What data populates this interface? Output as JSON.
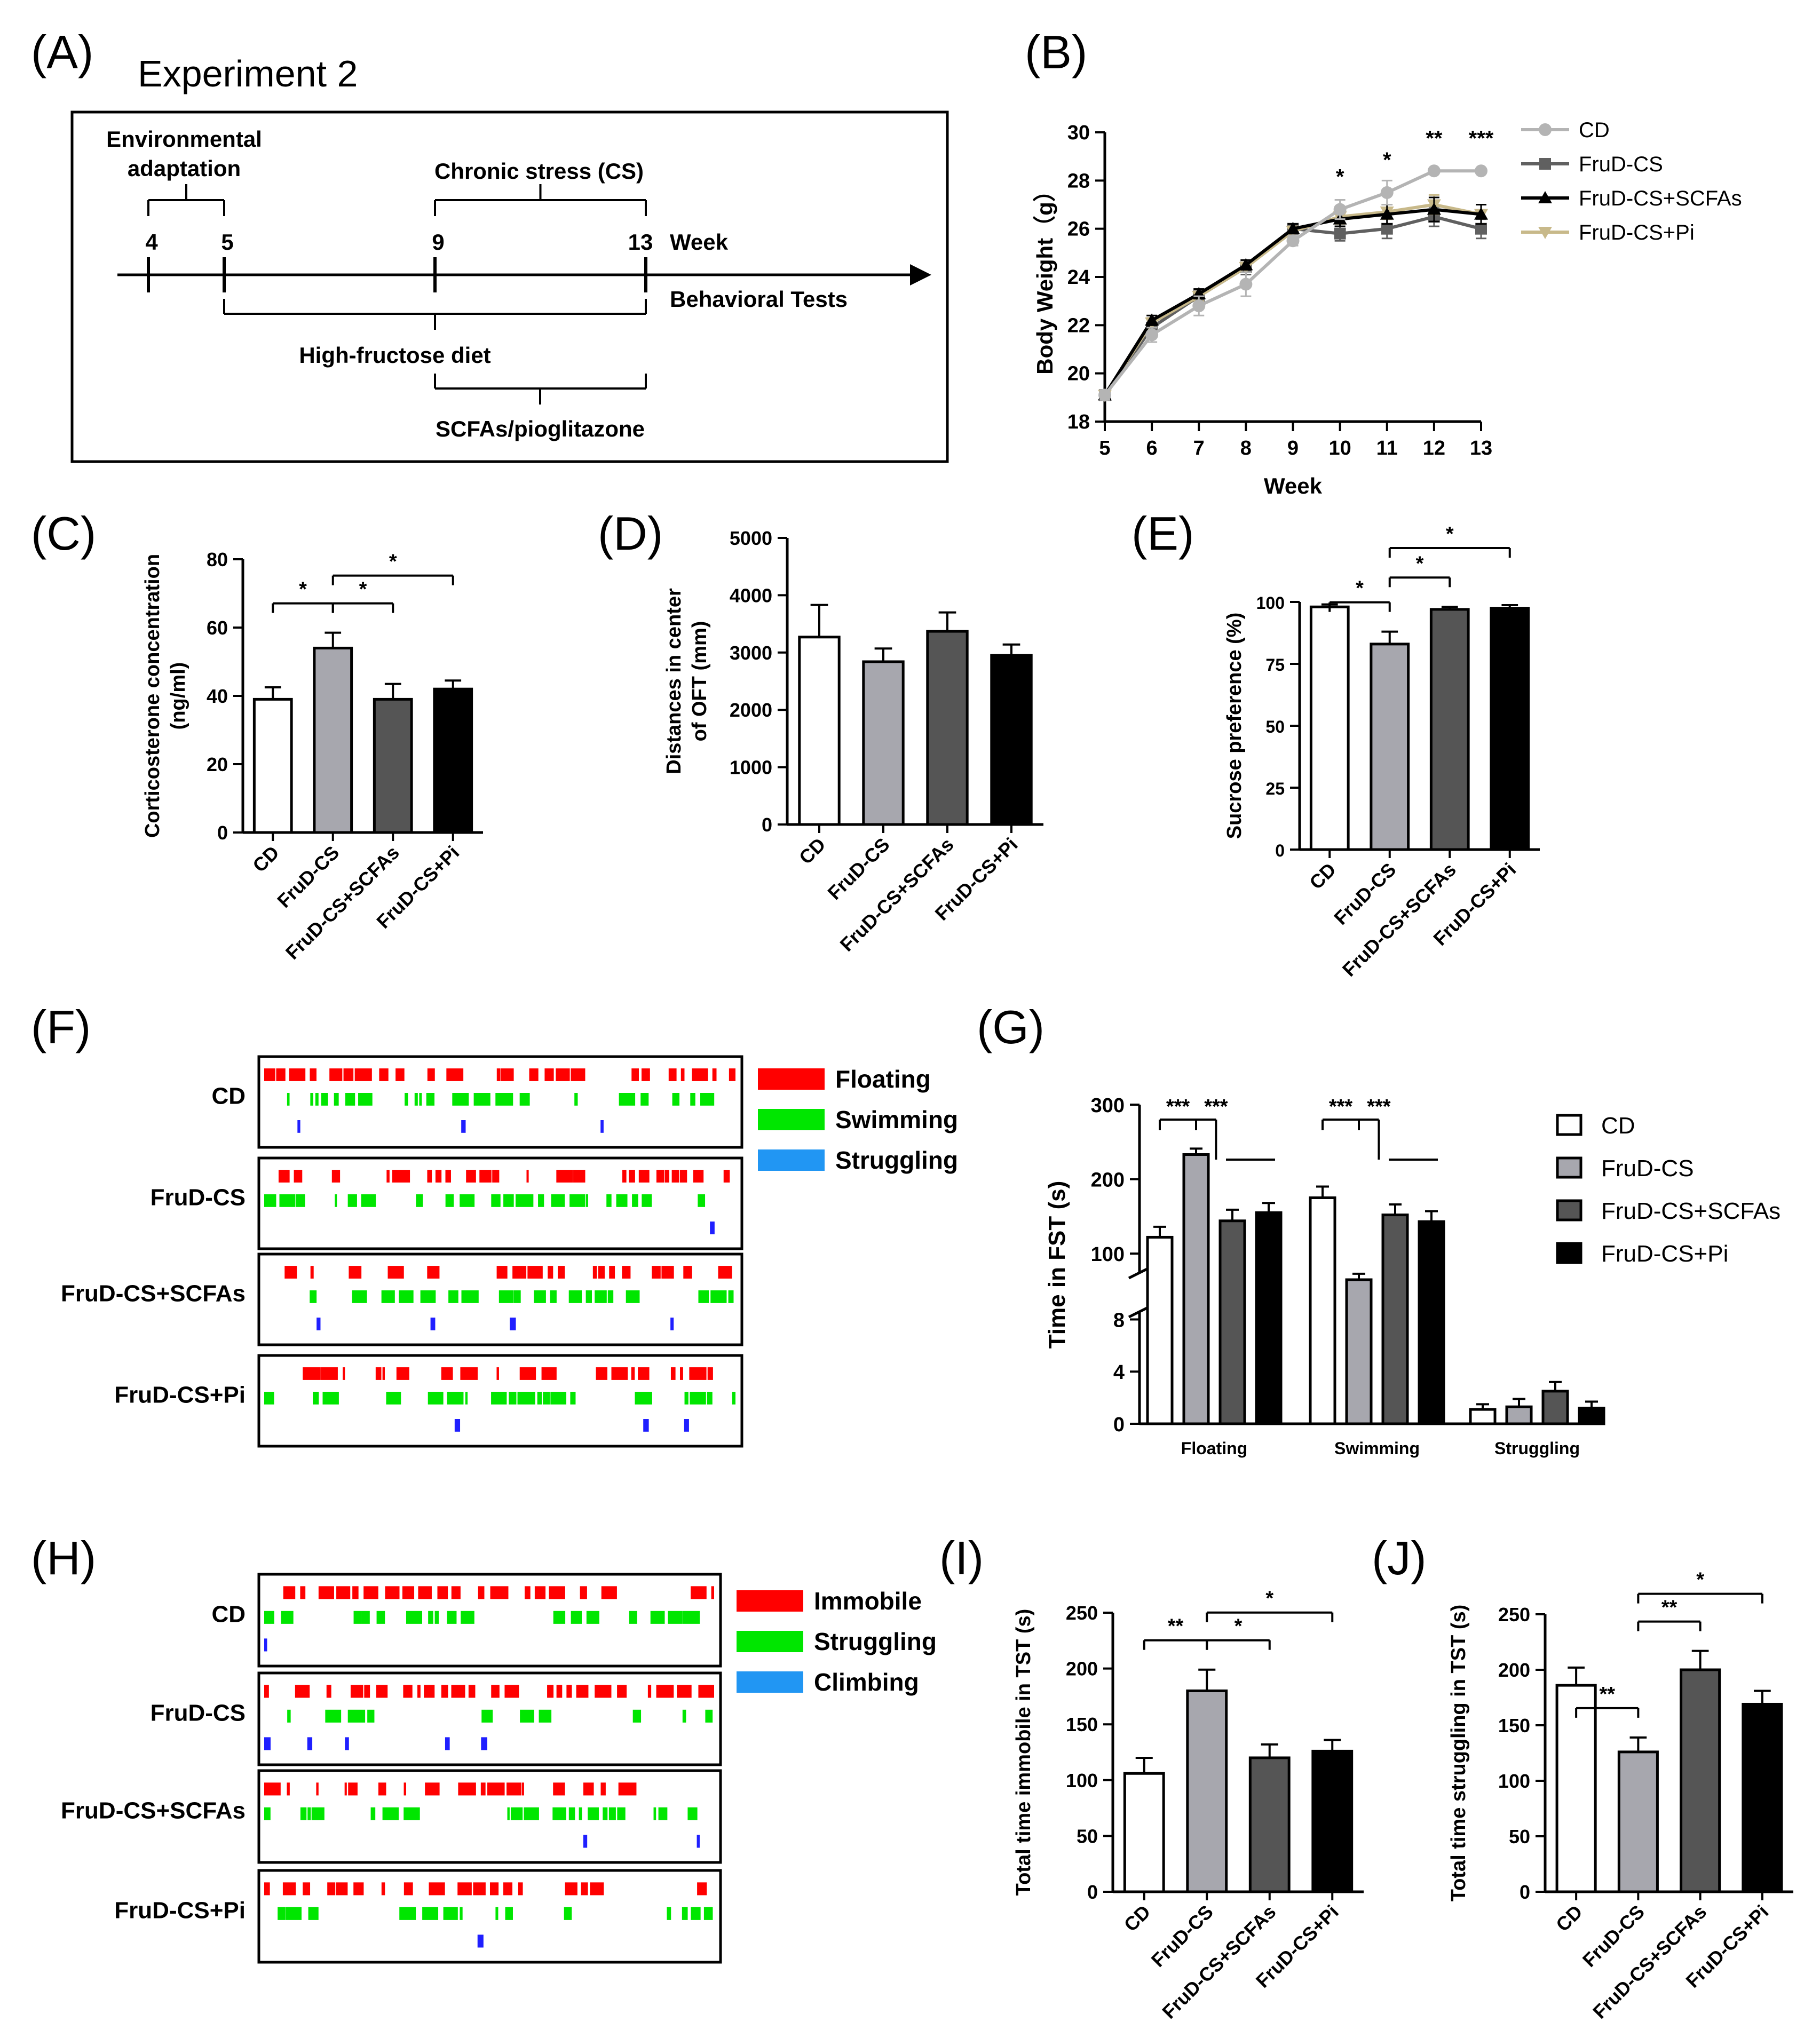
{
  "colors": {
    "CD": "#ffffff",
    "FruD-CS": "#a7a7ae",
    "FruD-CS+SCFAs": "#555555",
    "FruD-CS+Pi": "#000000",
    "float": "#ff0000",
    "swim": "#00e600",
    "struggle": "#2196f3",
    "bluebar": "#1f1fff",
    "pi_line": "#c8b98a"
  },
  "groups": [
    "CD",
    "FruD-CS",
    "FruD-CS+SCFAs",
    "FruD-CS+Pi"
  ],
  "panel_labels": {
    "A": "(A)",
    "B": "(B)",
    "C": "(C)",
    "D": "(D)",
    "E": "(E)",
    "F": "(F)",
    "G": "(G)",
    "H": "(H)",
    "I": "(I)",
    "J": "(J)"
  },
  "timeline": {
    "title": "Experiment 2",
    "env": [
      "Environmental",
      "adaptation"
    ],
    "cs": "Chronic stress (CS)",
    "weeks": [
      "4",
      "5",
      "9",
      "13"
    ],
    "week_label": "Week",
    "behavioral": "Behavioral Tests",
    "hfd": "High-fructose diet",
    "scfa": "SCFAs/pioglitazone"
  },
  "chart_data": [
    {
      "id": "B",
      "type": "line",
      "x": [
        5,
        6,
        7,
        8,
        9,
        10,
        11,
        12,
        13
      ],
      "xlabel": "Week",
      "ylabel": "Body Weight（g）",
      "ylim": [
        18,
        30
      ],
      "yticks": [
        18,
        20,
        22,
        24,
        26,
        28,
        30
      ],
      "series": [
        {
          "name": "CD",
          "values": [
            19.1,
            21.6,
            22.8,
            23.7,
            25.5,
            26.8,
            27.5,
            28.4,
            28.4
          ],
          "err": [
            0.2,
            0.3,
            0.4,
            0.5,
            0.2,
            0.4,
            0.5,
            0.1,
            0.1
          ]
        },
        {
          "name": "FruD-CS",
          "values": [
            19.1,
            21.9,
            23.2,
            24.4,
            26.0,
            25.8,
            26.0,
            26.5,
            26.0
          ],
          "err": [
            0.2,
            0.2,
            0.3,
            0.3,
            0.2,
            0.3,
            0.4,
            0.4,
            0.4
          ]
        },
        {
          "name": "FruD-CS+SCFAs",
          "values": [
            19.1,
            22.2,
            23.3,
            24.5,
            26.0,
            26.4,
            26.6,
            26.8,
            26.6
          ],
          "err": [
            0.2,
            0.2,
            0.2,
            0.2,
            0.2,
            0.3,
            0.4,
            0.5,
            0.4
          ]
        },
        {
          "name": "FruD-CS+Pi",
          "values": [
            19.1,
            22.1,
            23.2,
            24.4,
            25.9,
            26.5,
            26.7,
            27.0,
            26.6
          ],
          "err": [
            0.2,
            0.2,
            0.2,
            0.2,
            0.2,
            0.3,
            0.3,
            0.4,
            0.4
          ]
        }
      ],
      "significance": [
        {
          "x": 10,
          "label": "*"
        },
        {
          "x": 11,
          "label": "*"
        },
        {
          "x": 12,
          "label": "**"
        },
        {
          "x": 13,
          "label": "***"
        }
      ]
    },
    {
      "id": "C",
      "type": "bar",
      "categories": [
        "CD",
        "FruD-CS",
        "FruD-CS+SCFAs",
        "FruD-CS+Pi"
      ],
      "values": [
        39,
        54,
        39,
        42
      ],
      "err": [
        3.5,
        4.5,
        4.5,
        2.5
      ],
      "ylabel_lines": [
        "Corticosterone concentration",
        "(ng/ml)"
      ],
      "ylim": [
        0,
        80
      ],
      "yticks": [
        0,
        20,
        40,
        60,
        80
      ],
      "brackets": [
        {
          "from": 0,
          "to": 1,
          "label": "*"
        },
        {
          "from": 1,
          "to": 2,
          "label": "*"
        },
        {
          "from": 1,
          "to": 3,
          "label": "*"
        }
      ]
    },
    {
      "id": "D",
      "type": "bar",
      "categories": [
        "CD",
        "FruD-CS",
        "FruD-CS+SCFAs",
        "FruD-CS+Pi"
      ],
      "values": [
        3270,
        2840,
        3370,
        2950
      ],
      "err": [
        560,
        230,
        330,
        190
      ],
      "ylabel_lines": [
        "Distances in center",
        "of OFT (mm)"
      ],
      "ylim": [
        0,
        5000
      ],
      "yticks": [
        0,
        1000,
        2000,
        3000,
        4000,
        5000
      ],
      "brackets": []
    },
    {
      "id": "E",
      "type": "bar",
      "categories": [
        "CD",
        "FruD-CS",
        "FruD-CS+SCFAs",
        "FruD-CS+Pi"
      ],
      "values": [
        98,
        83,
        97,
        97.5
      ],
      "err": [
        1,
        5,
        1,
        1.2
      ],
      "ylabel_lines": [
        "Sucrose preference (%)"
      ],
      "ylim": [
        0,
        100
      ],
      "yticks": [
        0,
        25,
        50,
        75,
        100
      ],
      "brackets": [
        {
          "from": 0,
          "to": 1,
          "label": "*"
        },
        {
          "from": 1,
          "to": 2,
          "label": "*"
        },
        {
          "from": 1,
          "to": 3,
          "label": "*"
        }
      ]
    },
    {
      "id": "G",
      "type": "bar",
      "categories": [
        "Floating",
        "Swimming",
        "Struggling"
      ],
      "ylabel": "Time in FST (s)",
      "yticks_low": [
        0,
        4,
        8
      ],
      "yticks_high": [
        100,
        200,
        300
      ],
      "series": [
        {
          "name": "CD",
          "values": [
            122,
            175,
            1.1
          ],
          "err": [
            14,
            15,
            0.4
          ]
        },
        {
          "name": "FruD-CS",
          "values": [
            233,
            65,
            1.3
          ],
          "err": [
            8,
            8,
            0.6
          ]
        },
        {
          "name": "FruD-CS+SCFAs",
          "values": [
            144,
            152,
            2.5
          ],
          "err": [
            15,
            14,
            0.7
          ]
        },
        {
          "name": "FruD-CS+Pi",
          "values": [
            155,
            143,
            1.2
          ],
          "err": [
            13,
            14,
            0.5
          ]
        }
      ],
      "sig_labels": [
        "***",
        "***"
      ]
    },
    {
      "id": "I",
      "type": "bar",
      "categories": [
        "CD",
        "FruD-CS",
        "FruD-CS+SCFAs",
        "FruD-CS+Pi"
      ],
      "values": [
        106,
        180,
        120,
        126
      ],
      "err": [
        14,
        19,
        12,
        10
      ],
      "ylabel_lines": [
        "Total time immobile in TST (s)"
      ],
      "ylim": [
        0,
        250
      ],
      "yticks": [
        0,
        50,
        100,
        150,
        200,
        250
      ],
      "brackets": [
        {
          "from": 0,
          "to": 1,
          "label": "**"
        },
        {
          "from": 1,
          "to": 2,
          "label": "*"
        },
        {
          "from": 1,
          "to": 3,
          "label": "*"
        }
      ]
    },
    {
      "id": "J",
      "type": "bar",
      "categories": [
        "CD",
        "FruD-CS",
        "FruD-CS+SCFAs",
        "FruD-CS+Pi"
      ],
      "values": [
        186,
        126,
        200,
        169
      ],
      "err": [
        16,
        13,
        17,
        12
      ],
      "ylabel_lines": [
        "Total time struggling in TST (s)"
      ],
      "ylim": [
        0,
        250
      ],
      "yticks": [
        0,
        50,
        100,
        150,
        200,
        250
      ],
      "brackets": [
        {
          "from": 0,
          "to": 1,
          "label": "**"
        },
        {
          "from": 1,
          "to": 2,
          "label": "**"
        },
        {
          "from": 1,
          "to": 3,
          "label": "*"
        }
      ]
    }
  ],
  "ethogram_F": {
    "groups": [
      "CD",
      "FruD-CS",
      "FruD-CS+SCFAs",
      "FruD-CS+Pi"
    ],
    "legend": [
      "Floating",
      "Swimming",
      "Struggling"
    ]
  },
  "ethogram_H": {
    "groups": [
      "CD",
      "FruD-CS",
      "FruD-CS+SCFAs",
      "FruD-CS+Pi"
    ],
    "legend": [
      "Immobile",
      "Struggling",
      "Climbing"
    ]
  }
}
